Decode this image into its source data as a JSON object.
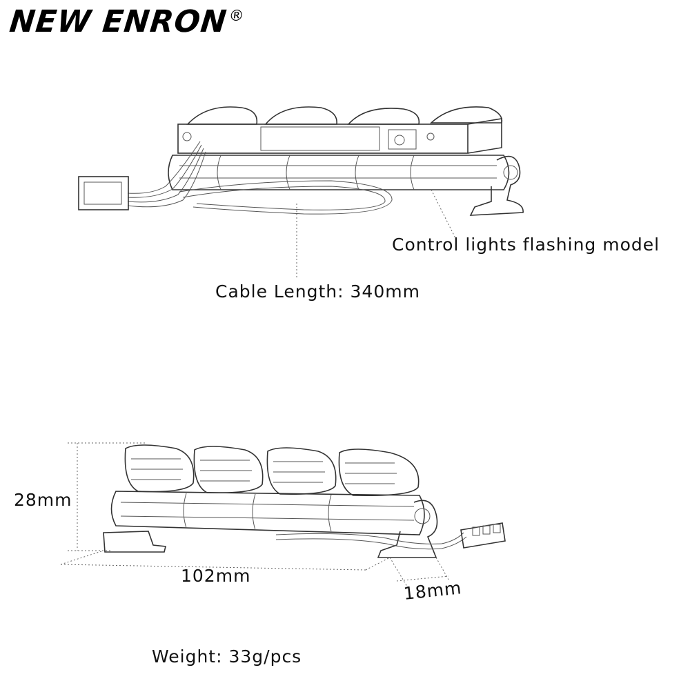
{
  "brand": {
    "name": "NEW ENRON",
    "mark": "®"
  },
  "top_view": {
    "control_label": "Control lights flashing model",
    "cable_label": "Cable Length: 340mm"
  },
  "bottom_view": {
    "height_label": "28mm",
    "length_label": "102mm",
    "depth_label": "18mm",
    "weight_label": "Weight: 33g/pcs"
  }
}
